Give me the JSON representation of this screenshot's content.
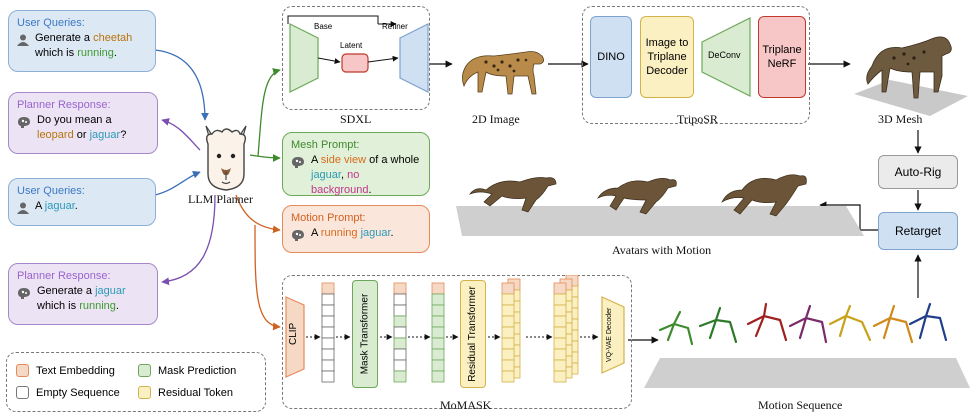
{
  "left_boxes": {
    "user_query_1": {
      "title": "User Queries:",
      "pre": "Generate a ",
      "hl1": "cheetah",
      "mid": " which is ",
      "hl2": "running",
      "post": "."
    },
    "planner_response_1": {
      "title": "Planner Response:",
      "pre": "Do you mean a ",
      "hl1": "leopard",
      "mid": " or ",
      "hl2": "jaguar",
      "post": "?"
    },
    "user_query_2": {
      "title": "User Queries:",
      "pre": "A ",
      "hl1": "jaguar",
      "post": "."
    },
    "planner_response_2": {
      "title": "Planner Response:",
      "pre": "Generate a ",
      "hl1": "jaguar",
      "mid": " which is ",
      "hl2": "running",
      "post": "."
    }
  },
  "llm_planner": {
    "label": "LLM Planner"
  },
  "mesh_prompt": {
    "title": "Mesh Prompt:",
    "pre": "A ",
    "hl1": "side view",
    "mid1": " of a whole ",
    "hl2": "jaguar",
    "mid2": ", ",
    "hl3": "no background",
    "post": "."
  },
  "motion_prompt": {
    "title": "Motion Prompt:",
    "pre": "A ",
    "hl1": "running",
    "mid": " ",
    "hl2": "jaguar",
    "post": "."
  },
  "sdxl": {
    "caption": "SDXL",
    "base": "Base",
    "latent": "Latent",
    "refiner": "Refiner"
  },
  "image_2d": {
    "caption": "2D Image"
  },
  "triposr": {
    "caption": "TripoSR",
    "dino": "DINO",
    "decoder": "Image to Triplane Decoder",
    "deconv": "DeConv",
    "nerf": "Triplane NeRF"
  },
  "mesh_3d": {
    "caption": "3D Mesh"
  },
  "auto_rig": {
    "label": "Auto-Rig"
  },
  "retarget": {
    "label": "Retarget"
  },
  "avatars": {
    "caption": "Avatars with Motion"
  },
  "momask": {
    "caption": "MoMASK",
    "clip": "CLIP",
    "mask_transformer": "Mask Transformer",
    "residual_transformer": "Residual Transformer",
    "vqvae": "VQ-VAE Decoder"
  },
  "motion_sequence": {
    "caption": "Motion Sequence"
  },
  "legend": {
    "text_embedding": "Text Embedding",
    "mask_prediction": "Mask Prediction",
    "empty_sequence": "Empty Sequence",
    "residual_token": "Residual Token"
  },
  "colors": {
    "text_embedding": "#f6d9c4",
    "mask_prediction": "#d9ecd1",
    "empty_sequence": "#ffffff",
    "residual_token": "#fbf0c2"
  }
}
